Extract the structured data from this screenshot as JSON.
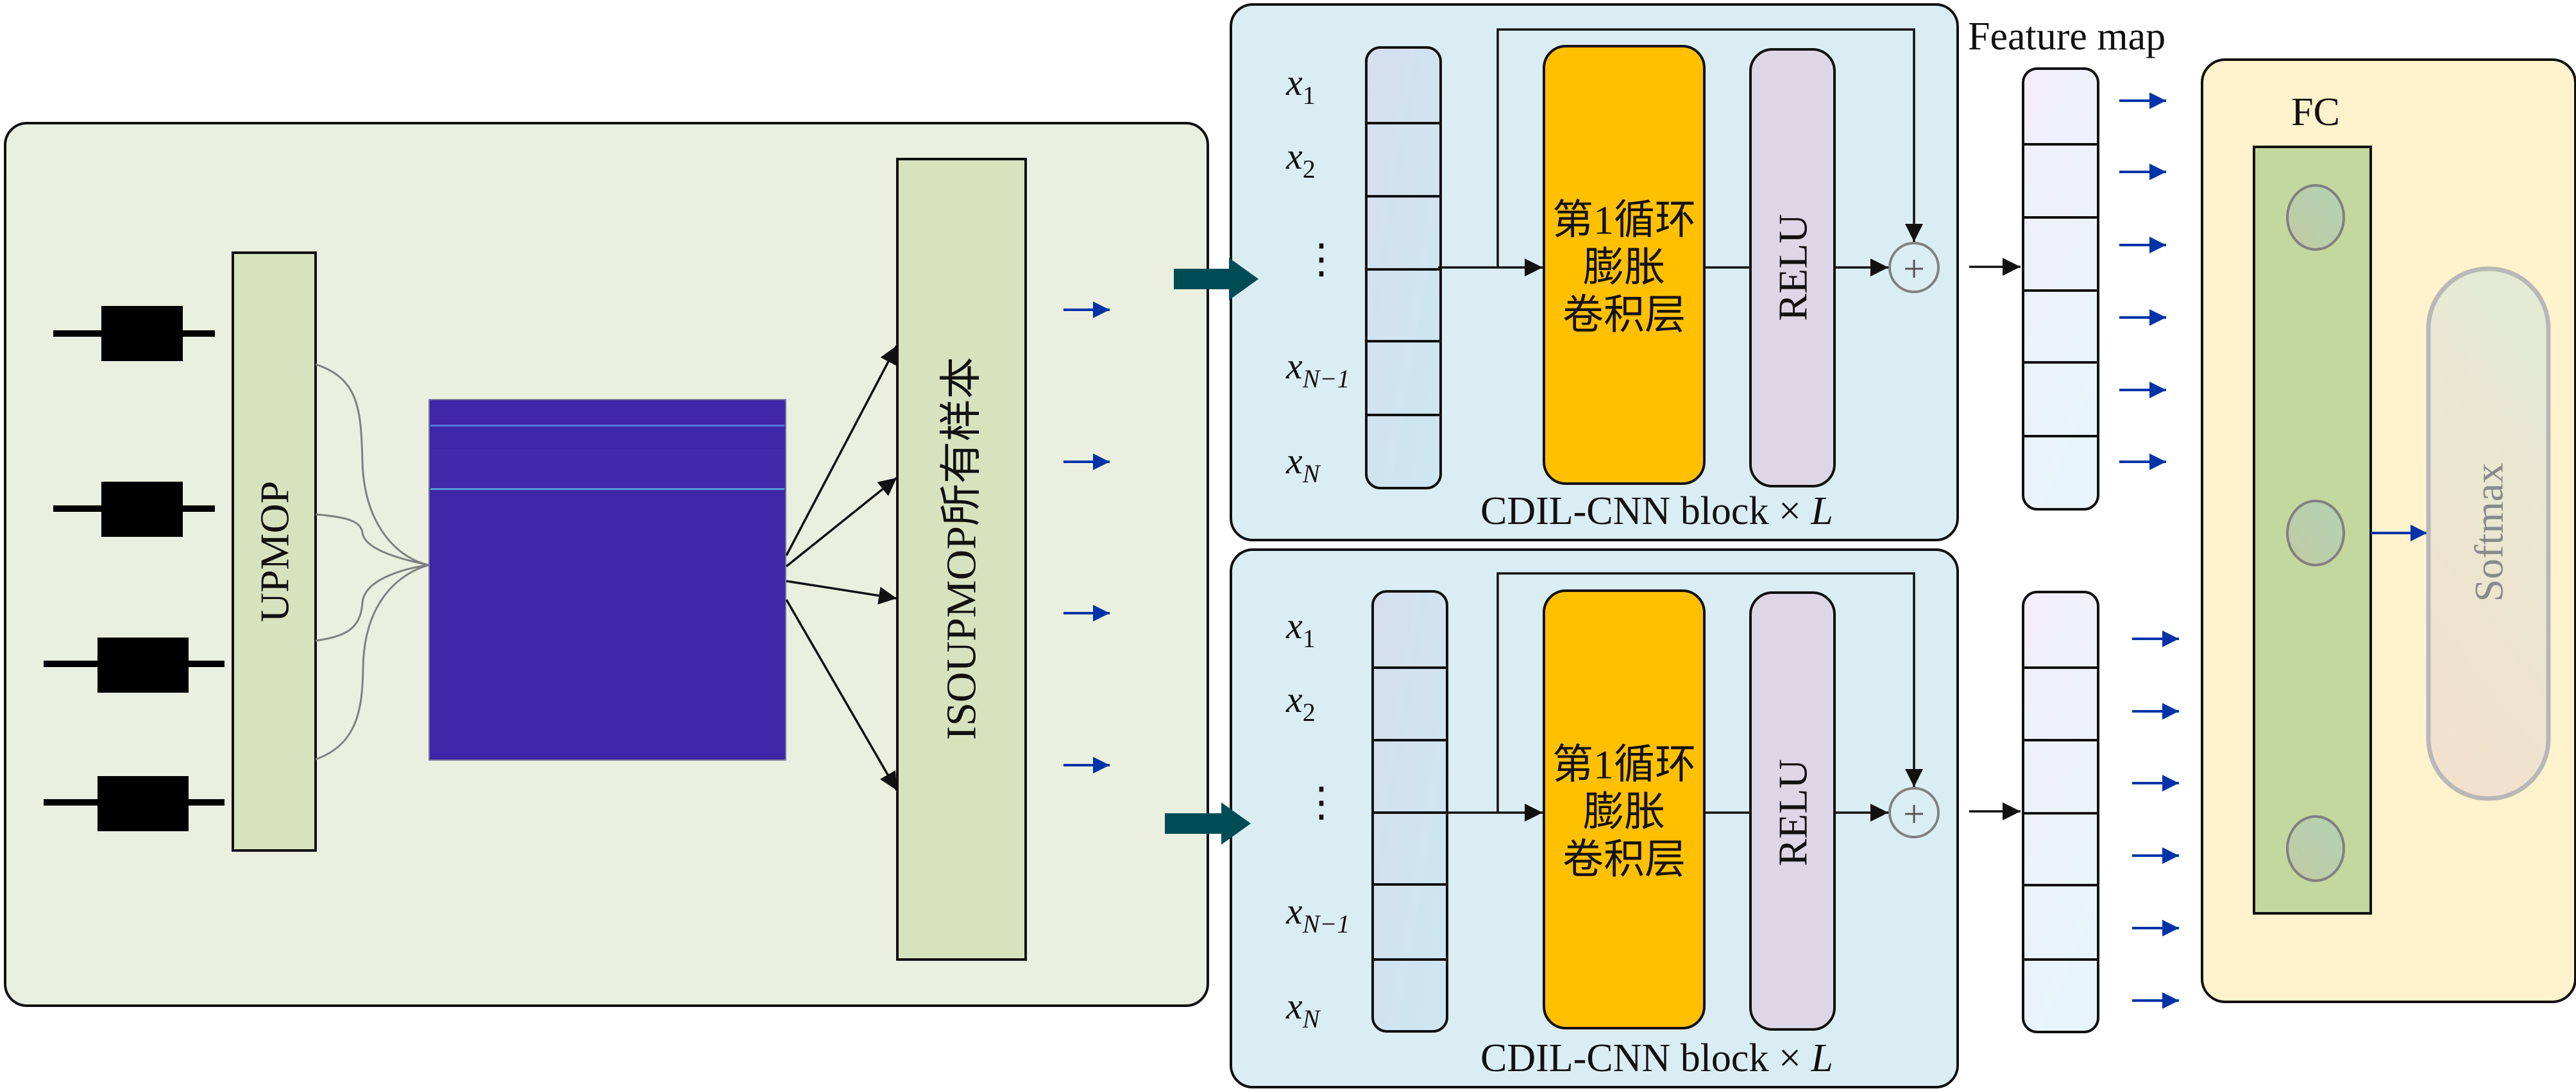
{
  "figure": {
    "preprocessing": {
      "signal_count": 4,
      "upmop_label": "UPMOP",
      "spectrogram_color": "#3d27a8",
      "spectrogram_line_color": "#5a7fe0",
      "isoupmop_label": "ISOUPMOP所有样本",
      "output_arrow_count": 4
    },
    "cdil_blocks": [
      {
        "input_labels": [
          {
            "base": "x",
            "sub": "1"
          },
          {
            "base": "x",
            "sub": "2"
          },
          {
            "base": "⋮",
            "sub": ""
          },
          {
            "base": "x",
            "sub": "N−1"
          },
          {
            "base": "x",
            "sub": "N"
          }
        ],
        "conv_label_lines": [
          "第1循环",
          "膨胀",
          "卷积层"
        ],
        "activation_label": "RELU",
        "add_symbol": "+",
        "block_caption": "CDIL-CNN block × ",
        "block_caption_var": "L"
      },
      {
        "input_labels": [
          {
            "base": "x",
            "sub": "1"
          },
          {
            "base": "x",
            "sub": "2"
          },
          {
            "base": "⋮",
            "sub": ""
          },
          {
            "base": "x",
            "sub": "N−1"
          },
          {
            "base": "x",
            "sub": "N"
          }
        ],
        "conv_label_lines": [
          "第1循环",
          "膨胀",
          "卷积层"
        ],
        "activation_label": "RELU",
        "add_symbol": "+",
        "block_caption": "CDIL-CNN block × ",
        "block_caption_var": "L"
      }
    ],
    "feature_map": {
      "label": "Feature map",
      "cell_count": 6,
      "arrow_count_per_column": 6
    },
    "classifier": {
      "fc_label": "FC",
      "fc_node_count": 3,
      "softmax_label": "Softmax"
    },
    "colors": {
      "preprocess_panel": "#ebefdf",
      "upmop_box": "#d7e3bf",
      "cdil_panel": "#daedf3",
      "conv_box": "#ffc000",
      "relu_box": "#ddd7e5",
      "input_column_top": "#d6deef",
      "input_column_bottom": "#cce7f2",
      "feature_column_top": "#f3eefa",
      "feature_column_bottom": "#e8f4fb",
      "fc_panel": "#fff2cc",
      "fc_box": "#c4d79f",
      "fc_node": "#b9cca6",
      "softmax_top": "#e5ead4",
      "softmax_bottom": "#f4e0cc",
      "teal_arrow": "#004c55",
      "blue_arrow": "#0033a8"
    }
  }
}
